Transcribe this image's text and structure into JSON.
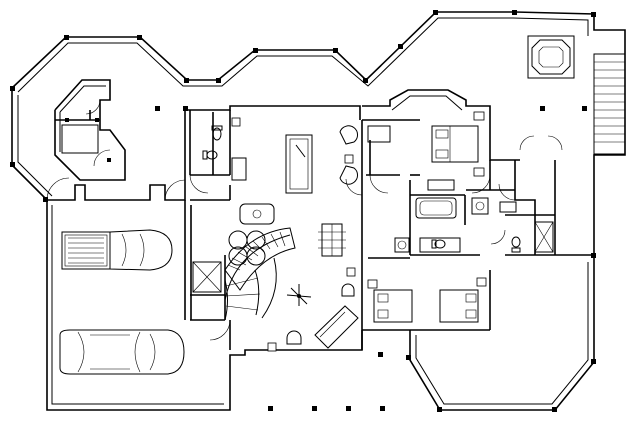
{
  "drawing": {
    "type": "floor-plan",
    "colors": {
      "line": "#000000",
      "background": "#ffffff"
    },
    "spaces": [
      {
        "id": "garage",
        "icon": "car-icon"
      },
      {
        "id": "garage-truck",
        "icon": "pickup-truck-icon"
      },
      {
        "id": "game-room",
        "icon": "billiard-table-icon"
      },
      {
        "id": "stairwell",
        "icon": "spiral-stair-icon"
      },
      {
        "id": "master-bedroom",
        "icon": "bed-icon"
      },
      {
        "id": "bedroom-2",
        "icon": "bed-icon"
      },
      {
        "id": "bedroom-3",
        "icon": "bed-icon"
      },
      {
        "id": "master-bath",
        "icon": "bathtub-icon"
      },
      {
        "id": "powder-room",
        "icon": "toilet-icon"
      },
      {
        "id": "deck-stairs",
        "icon": "stair-icon"
      },
      {
        "id": "hot-tub",
        "icon": "octagon-tub-icon"
      }
    ]
  }
}
